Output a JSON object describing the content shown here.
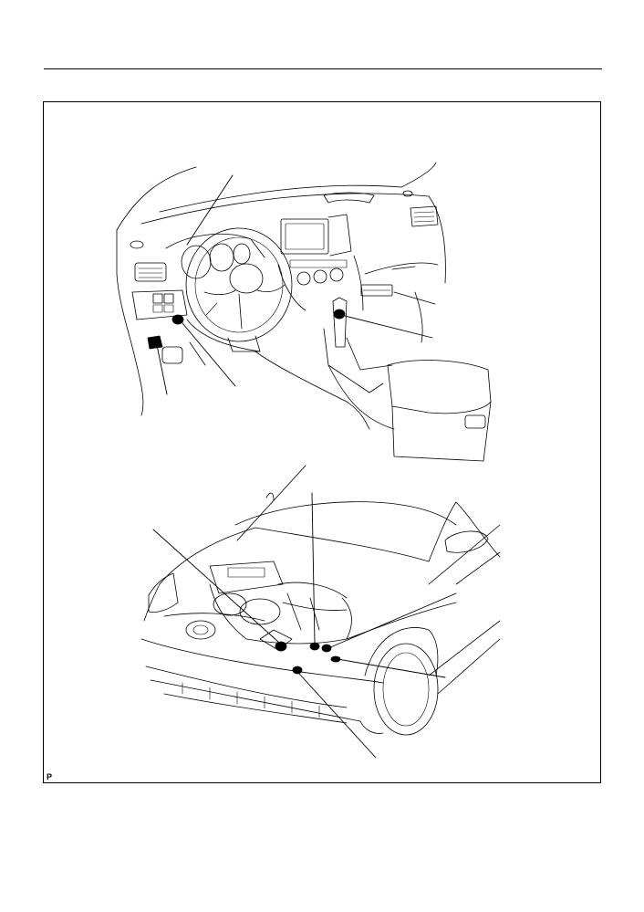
{
  "figure": {
    "code": "P"
  },
  "illustrations": {
    "interior": {
      "icon": "dashboard-interior-illustration",
      "callouts": 5
    },
    "engine_bay": {
      "icon": "engine-compartment-illustration",
      "callouts": 6
    }
  }
}
